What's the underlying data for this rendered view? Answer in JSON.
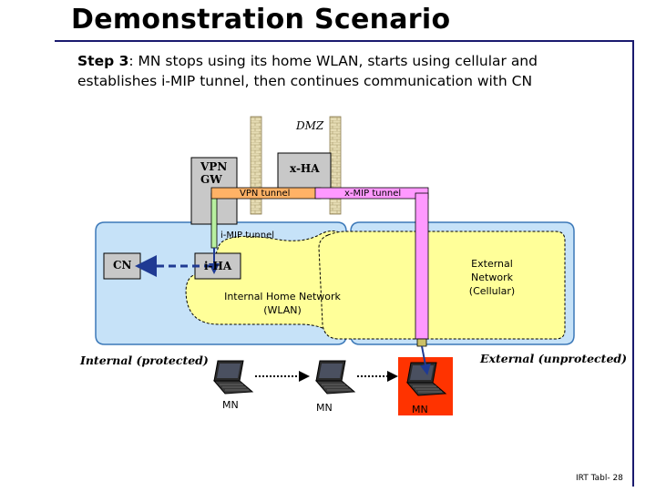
{
  "slide": {
    "title": "Demonstration Scenario",
    "step_prefix": "Step 3",
    "step_text": ": MN stops using its home WLAN, starts using cellular and establishes i-MIP tunnel, then continues communication with CN",
    "footer": "IRT Tabl- 28"
  },
  "diagram": {
    "dmz": "DMZ",
    "vpn_gw_line1": "VPN",
    "vpn_gw_line2": "GW",
    "x_ha": "x-HA",
    "vpn_tunnel": "VPN tunnel",
    "x_mip_tunnel": "x-MIP tunnel",
    "i_mip_tunnel": "i-MIP tunnel",
    "cn": "CN",
    "i_ha": "i-HA",
    "internal_home_network_line1": "Internal Home Network",
    "internal_home_network_line2": "(WLAN)",
    "external_network_line1": "External",
    "external_network_line2": "Network",
    "external_network_line3": "(Cellular)",
    "internal_protected": "Internal (protected)",
    "external_unprotected": "External (unprotected)",
    "mn_labels": [
      "MN",
      "MN",
      "MN"
    ]
  },
  "colors": {
    "internal_bg": "#c6e2f8",
    "internal_border": "#3b78b8",
    "wlan_fill": "#ffff99",
    "dmz_wall": "#e6dcb4",
    "tunnel_pink": "#ff99ff",
    "external_mn_bg": "#ff3300",
    "arrow_blue": "#1f3a93"
  }
}
